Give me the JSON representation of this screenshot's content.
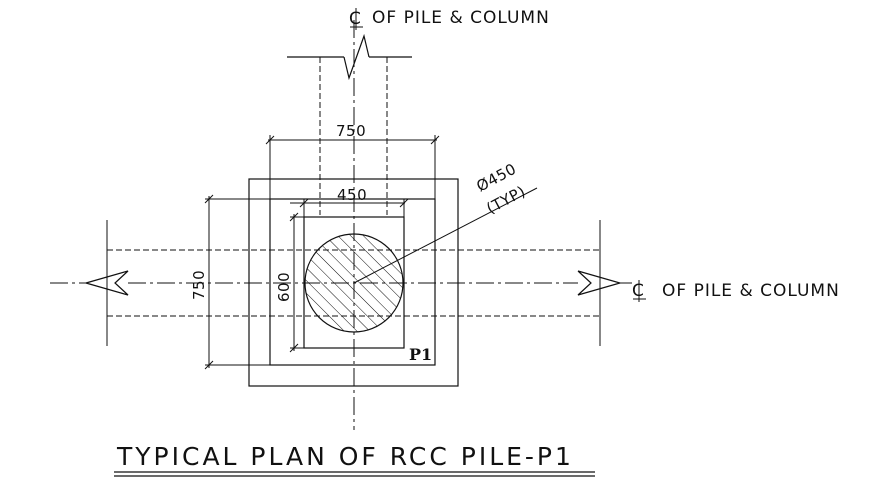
{
  "drawing": {
    "title": "TYPICAL PLAN OF RCC PILE-P1",
    "centerline_label_top": "OF PILE & COLUMN",
    "centerline_label_right": "OF PILE & COLUMN",
    "dimensions": {
      "outer_width": "750",
      "outer_height": "750",
      "column_width": "450",
      "column_height": "600",
      "pile_diameter": "Ø450",
      "pile_note": "(TYP)"
    },
    "pile_mark": "P1"
  }
}
